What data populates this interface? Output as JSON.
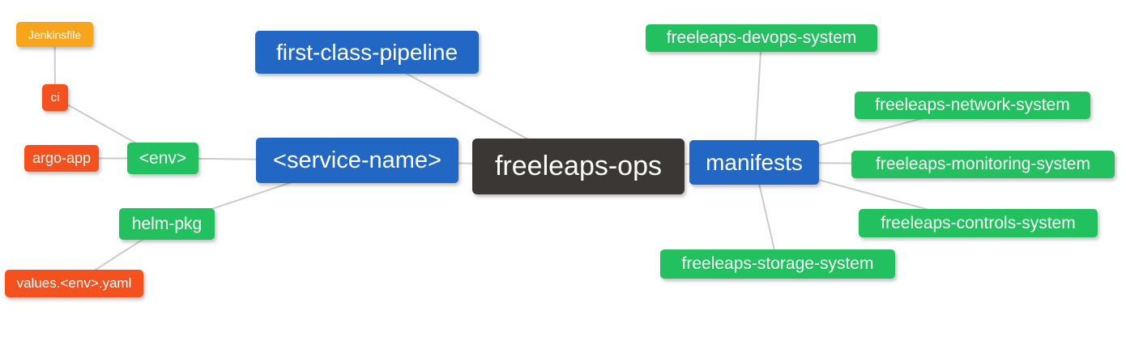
{
  "diagram": {
    "background": "#ffffff",
    "palette": {
      "blue": "#2267c4",
      "green": "#22c05e",
      "orange": "#f8a51b",
      "red": "#f4511e",
      "dark": "#3b3734",
      "edge": "#cccccc",
      "node_text": "#ffffff"
    },
    "nodes": [
      {
        "id": "jenkinsfile",
        "label": "Jenkinsfile",
        "color": "orange"
      },
      {
        "id": "ci",
        "label": "ci",
        "color": "red"
      },
      {
        "id": "argo-app",
        "label": "argo-app",
        "color": "red"
      },
      {
        "id": "env",
        "label": "<env>",
        "color": "green"
      },
      {
        "id": "helm-pkg",
        "label": "helm-pkg",
        "color": "green"
      },
      {
        "id": "values-env-yaml",
        "label": "values.<env>.yaml",
        "color": "red"
      },
      {
        "id": "first-class-pipeline",
        "label": "first-class-pipeline",
        "color": "blue"
      },
      {
        "id": "service-name",
        "label": "<service-name>",
        "color": "blue"
      },
      {
        "id": "freeleaps-ops",
        "label": "freeleaps-ops",
        "color": "dark"
      },
      {
        "id": "manifests",
        "label": "manifests",
        "color": "blue"
      },
      {
        "id": "devops-system",
        "label": "freeleaps-devops-system",
        "color": "green"
      },
      {
        "id": "network-system",
        "label": "freeleaps-network-system",
        "color": "green"
      },
      {
        "id": "monitoring-system",
        "label": "freeleaps-monitoring-system",
        "color": "green"
      },
      {
        "id": "controls-system",
        "label": "freeleaps-controls-system",
        "color": "green"
      },
      {
        "id": "storage-system",
        "label": "freeleaps-storage-system",
        "color": "green"
      }
    ],
    "edges": [
      [
        "jenkinsfile",
        "ci"
      ],
      [
        "ci",
        "env"
      ],
      [
        "argo-app",
        "env"
      ],
      [
        "env",
        "service-name"
      ],
      [
        "helm-pkg",
        "service-name"
      ],
      [
        "values-env-yaml",
        "helm-pkg"
      ],
      [
        "first-class-pipeline",
        "freeleaps-ops"
      ],
      [
        "service-name",
        "freeleaps-ops"
      ],
      [
        "freeleaps-ops",
        "manifests"
      ],
      [
        "manifests",
        "devops-system"
      ],
      [
        "manifests",
        "network-system"
      ],
      [
        "manifests",
        "monitoring-system"
      ],
      [
        "manifests",
        "controls-system"
      ],
      [
        "manifests",
        "storage-system"
      ]
    ]
  }
}
